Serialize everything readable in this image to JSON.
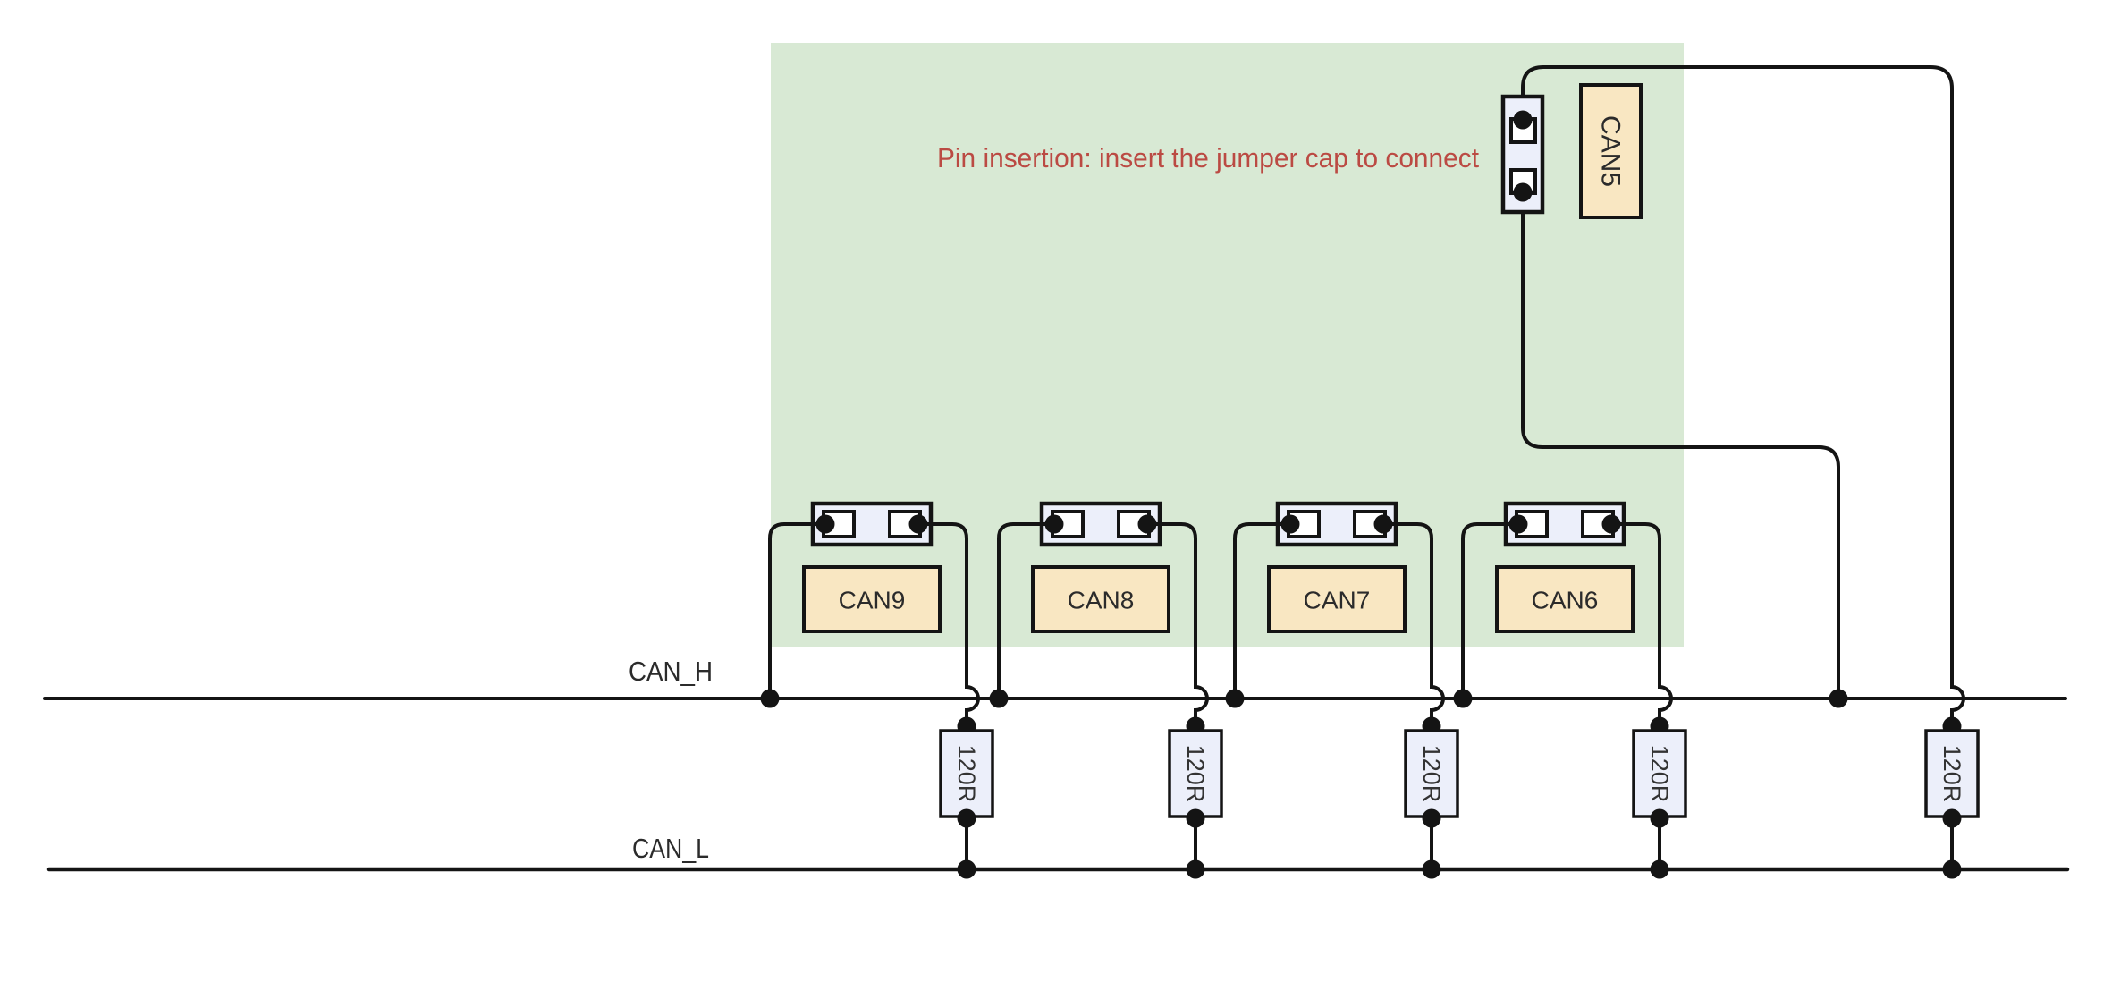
{
  "annotation": {
    "text": "Pin insertion: insert the jumper cap to connect"
  },
  "bus": {
    "high_label": "CAN_H",
    "low_label": "CAN_L"
  },
  "channels": [
    {
      "label": "CAN9"
    },
    {
      "label": "CAN8"
    },
    {
      "label": "CAN7"
    },
    {
      "label": "CAN6"
    }
  ],
  "can5": {
    "label": "CAN5"
  },
  "resistors": [
    {
      "label": "120R"
    },
    {
      "label": "120R"
    },
    {
      "label": "120R"
    },
    {
      "label": "120R"
    },
    {
      "label": "120R"
    }
  ],
  "colors": {
    "green": "#d8e9d4",
    "cream": "#f9e7c2",
    "lav": "#eceffa",
    "pin": "#ffffff",
    "ink": "#141414",
    "red": "#bb4a43",
    "label": "#2b2b2b"
  }
}
